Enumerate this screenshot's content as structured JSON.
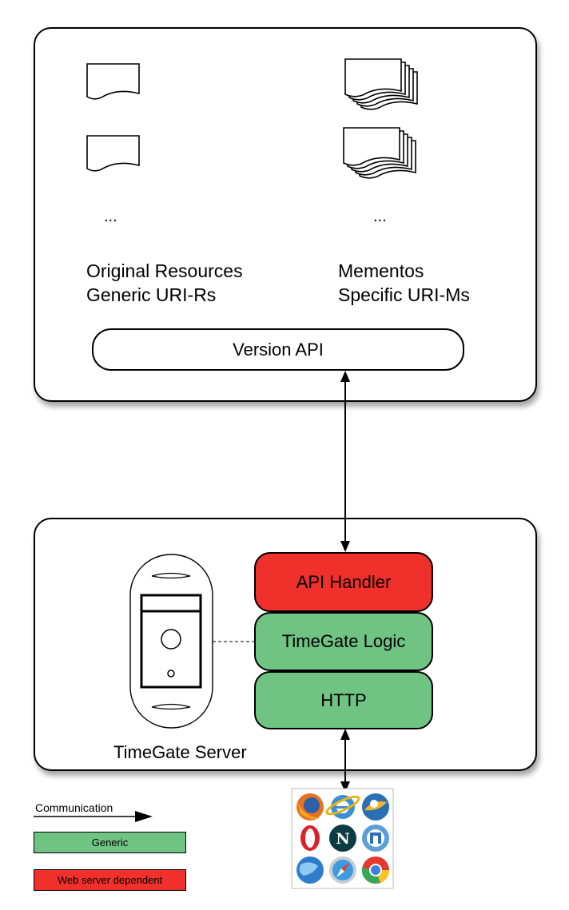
{
  "archive": {
    "dots_left": "...",
    "dots_right": "...",
    "originals_line1": "Original Resources",
    "originals_line2": "Generic URI-Rs",
    "mementos_line1": "Mementos",
    "mementos_line2": "Specific URI-Ms",
    "version_api": "Version API"
  },
  "server": {
    "api_handler": "API Handler",
    "timegate_logic": "TimeGate Logic",
    "http": "HTTP",
    "server_label": "TimeGate Server"
  },
  "legend": {
    "communication": "Communication",
    "generic": "Generic",
    "web_server_dependent": "Web server dependent"
  },
  "colors": {
    "generic": "#6fc383",
    "web_server_dependent": "#f0302a"
  },
  "browsers": [
    "firefox-icon",
    "internet-explorer-icon",
    "thunderbird-icon",
    "opera-icon",
    "netscape-icon",
    "camino-icon",
    "webkit-icon",
    "safari-icon",
    "chrome-icon"
  ]
}
